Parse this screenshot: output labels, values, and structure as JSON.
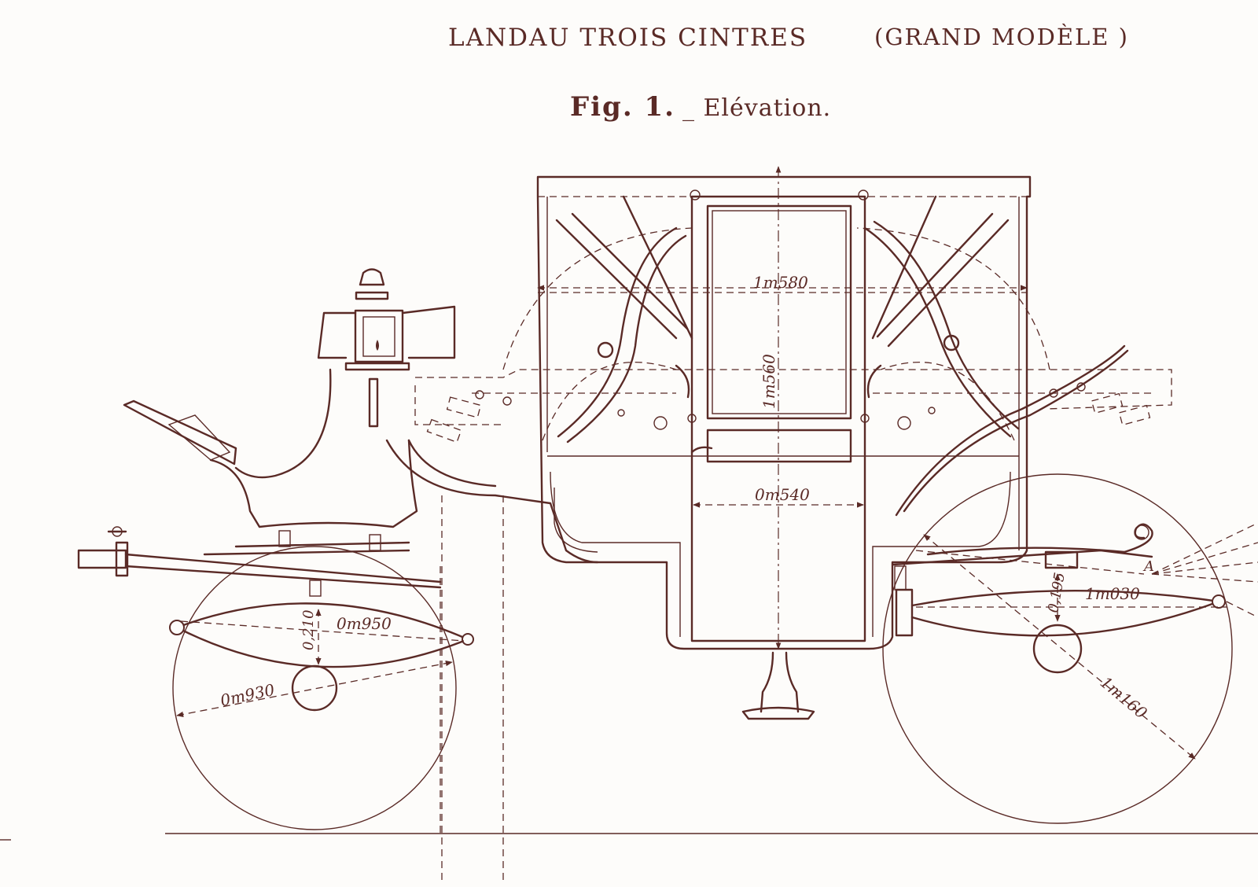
{
  "title": {
    "main": "LANDAU TROIS CINTRES",
    "model": "(GRAND MODÈLE )"
  },
  "figure": {
    "number": "Fig. 1.",
    "caption": "_ Elévation."
  },
  "dimensions": {
    "body_width_top": "1m580",
    "door_height": "1m560",
    "door_width": "0m540",
    "front_spring_length": "0m950",
    "front_spring_height": "0,210",
    "front_wheel_diameter": "0m930",
    "rear_spring_length": "1m030",
    "rear_spring_height": "0,195",
    "rear_wheel_diameter": "1m160",
    "point_label": "A"
  },
  "colors": {
    "ink": "#5a2a26",
    "paper": "#fdfcfa"
  }
}
